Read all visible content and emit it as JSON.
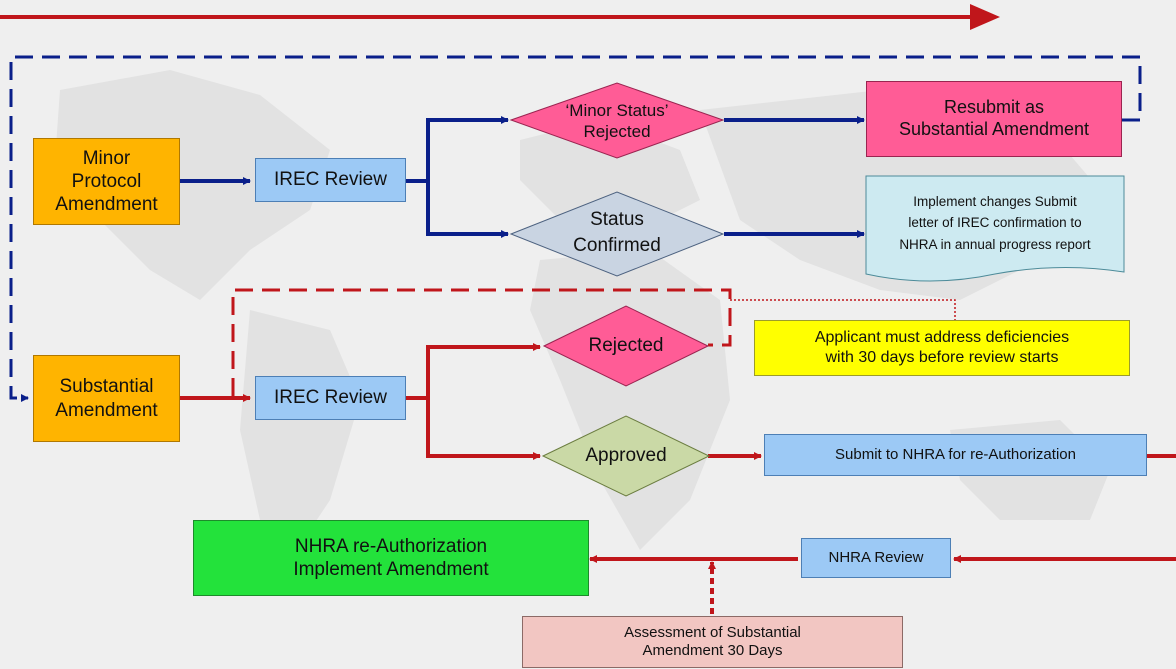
{
  "minor": {
    "label": "Minor Protocol Amendment"
  },
  "irec_review_1": {
    "label": "IREC Review"
  },
  "minor_rejected": {
    "line1": "‘Minor Status’",
    "line2": "Rejected"
  },
  "resubmit": {
    "line1": "Resubmit as",
    "line2": "Substantial Amendment"
  },
  "status_confirmed": {
    "line1": "Status",
    "line2": "Confirmed"
  },
  "implement": {
    "line1": "Implement changes Submit",
    "line2": "letter of IREC confirmation to",
    "line3": "NHRA in annual progress report"
  },
  "substantial": {
    "line1": "Substantial",
    "line2": "Amendment"
  },
  "irec_review_2": {
    "label": "IREC Review"
  },
  "rejected": {
    "label": "Rejected"
  },
  "deficiency_note": {
    "line1": "Applicant must address deficiencies",
    "line2": "with 30 days before review starts"
  },
  "approved": {
    "label": "Approved"
  },
  "submit_nhra": {
    "label": "Submit to NHRA for re-Authorization"
  },
  "nhra_review": {
    "label": "NHRA Review"
  },
  "reauth": {
    "line1": "NHRA re-Authorization",
    "line2": "Implement Amendment"
  },
  "assessment": {
    "line1": "Assessment of Substantial",
    "line2": "Amendment 30 Days"
  },
  "colors": {
    "blue_flow": "#0a1f8a",
    "red_flow": "#c0161b",
    "orange": "#ffb400",
    "light_blue": "#9cc9f5",
    "pink": "#ff5c96",
    "green": "#23e23b",
    "yellow": "#ffff00"
  }
}
